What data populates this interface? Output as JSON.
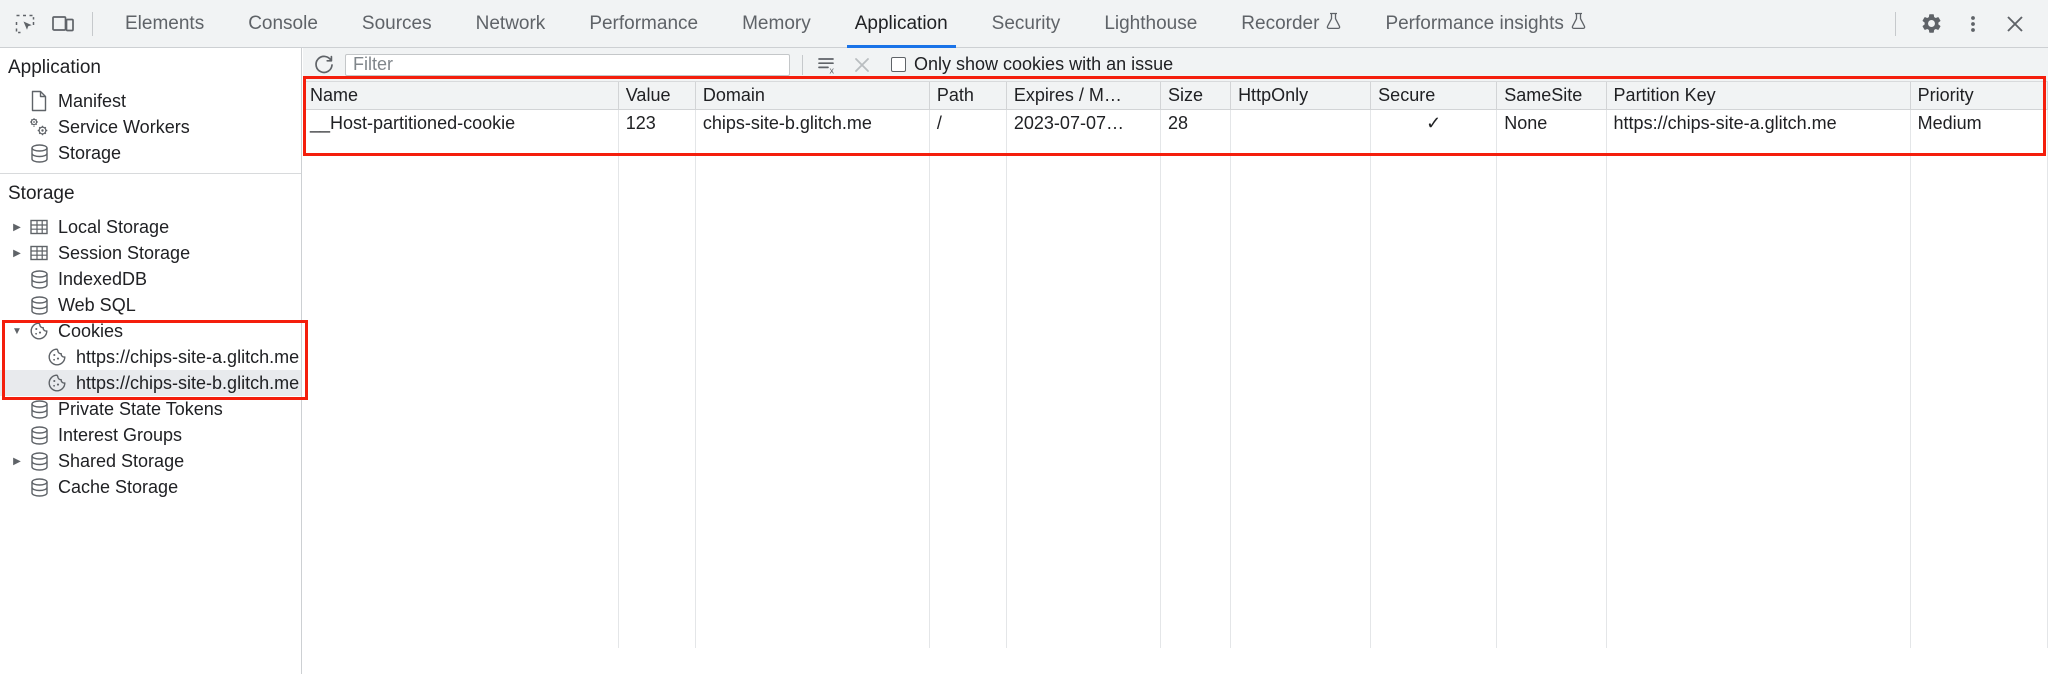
{
  "topbar": {
    "left_icons": [
      {
        "name": "inspect-element-icon",
        "label": "Inspect element"
      },
      {
        "name": "device-toolbar-icon",
        "label": "Toggle device toolbar"
      }
    ],
    "tabs": [
      {
        "label": "Elements",
        "active": false,
        "experimental": false
      },
      {
        "label": "Console",
        "active": false,
        "experimental": false
      },
      {
        "label": "Sources",
        "active": false,
        "experimental": false
      },
      {
        "label": "Network",
        "active": false,
        "experimental": false
      },
      {
        "label": "Performance",
        "active": false,
        "experimental": false
      },
      {
        "label": "Memory",
        "active": false,
        "experimental": false
      },
      {
        "label": "Application",
        "active": true,
        "experimental": false
      },
      {
        "label": "Security",
        "active": false,
        "experimental": false
      },
      {
        "label": "Lighthouse",
        "active": false,
        "experimental": false
      },
      {
        "label": "Recorder",
        "active": false,
        "experimental": true
      },
      {
        "label": "Performance insights",
        "active": false,
        "experimental": true
      }
    ],
    "right_icons": [
      {
        "name": "gear-icon",
        "label": "Settings"
      },
      {
        "name": "kebab-menu-icon",
        "label": "Customize and control DevTools"
      },
      {
        "name": "close-icon",
        "label": "Close DevTools"
      }
    ],
    "active_tab_underline_color": "#1a73e8"
  },
  "sidebar": {
    "application_section": {
      "title": "Application",
      "items": [
        {
          "label": "Manifest",
          "icon": "manifest-icon",
          "expandable": false,
          "selected": false,
          "indent": 1
        },
        {
          "label": "Service Workers",
          "icon": "service-workers-icon",
          "expandable": false,
          "selected": false,
          "indent": 1
        },
        {
          "label": "Storage",
          "icon": "database-icon",
          "expandable": false,
          "selected": false,
          "indent": 1
        }
      ]
    },
    "storage_section": {
      "title": "Storage",
      "items": [
        {
          "label": "Local Storage",
          "icon": "table-icon",
          "expandable": true,
          "expanded": false,
          "selected": false,
          "indent": 1
        },
        {
          "label": "Session Storage",
          "icon": "table-icon",
          "expandable": true,
          "expanded": false,
          "selected": false,
          "indent": 1
        },
        {
          "label": "IndexedDB",
          "icon": "database-icon",
          "expandable": false,
          "selected": false,
          "indent": 1
        },
        {
          "label": "Web SQL",
          "icon": "database-icon",
          "expandable": false,
          "selected": false,
          "indent": 1
        },
        {
          "label": "Cookies",
          "icon": "cookie-icon",
          "expandable": true,
          "expanded": true,
          "selected": false,
          "indent": 1
        },
        {
          "label": "https://chips-site-a.glitch.me",
          "icon": "cookie-icon",
          "expandable": false,
          "selected": false,
          "indent": 2
        },
        {
          "label": "https://chips-site-b.glitch.me",
          "icon": "cookie-icon",
          "expandable": false,
          "selected": true,
          "indent": 2
        },
        {
          "label": "Private State Tokens",
          "icon": "database-icon",
          "expandable": false,
          "selected": false,
          "indent": 1
        },
        {
          "label": "Interest Groups",
          "icon": "database-icon",
          "expandable": false,
          "selected": false,
          "indent": 1
        },
        {
          "label": "Shared Storage",
          "icon": "database-icon",
          "expandable": true,
          "expanded": false,
          "selected": false,
          "indent": 1
        },
        {
          "label": "Cache Storage",
          "icon": "database-icon",
          "expandable": false,
          "selected": false,
          "indent": 1
        }
      ]
    }
  },
  "filterbar": {
    "refresh_label": "Refresh",
    "filter_placeholder": "Filter",
    "filter_value": "",
    "clear_all_cookies_label": "Clear all cookies",
    "clear_filtered_label": "Clear filtered cookies",
    "issue_checkbox_label": "Only show cookies with an issue",
    "issue_checkbox_checked": false
  },
  "cookie_table": {
    "columns": [
      "Name",
      "Value",
      "Domain",
      "Path",
      "Expires / M…",
      "Size",
      "HttpOnly",
      "Secure",
      "SameSite",
      "Partition Key",
      "Priority"
    ],
    "rows": [
      {
        "Name": "__Host-partitioned-cookie",
        "Value": "123",
        "Domain": "chips-site-b.glitch.me",
        "Path": "/",
        "Expires / M…": "2023-07-07…",
        "Size": "28",
        "HttpOnly": "",
        "Secure": "✓",
        "SameSite": "None",
        "Partition Key": "https://chips-site-a.glitch.me",
        "Priority": "Medium"
      }
    ]
  },
  "annotations": {
    "highlight_color": "#f41e0c",
    "boxes": [
      {
        "name": "cookie-table-highlight"
      },
      {
        "name": "cookies-tree-highlight"
      }
    ]
  }
}
